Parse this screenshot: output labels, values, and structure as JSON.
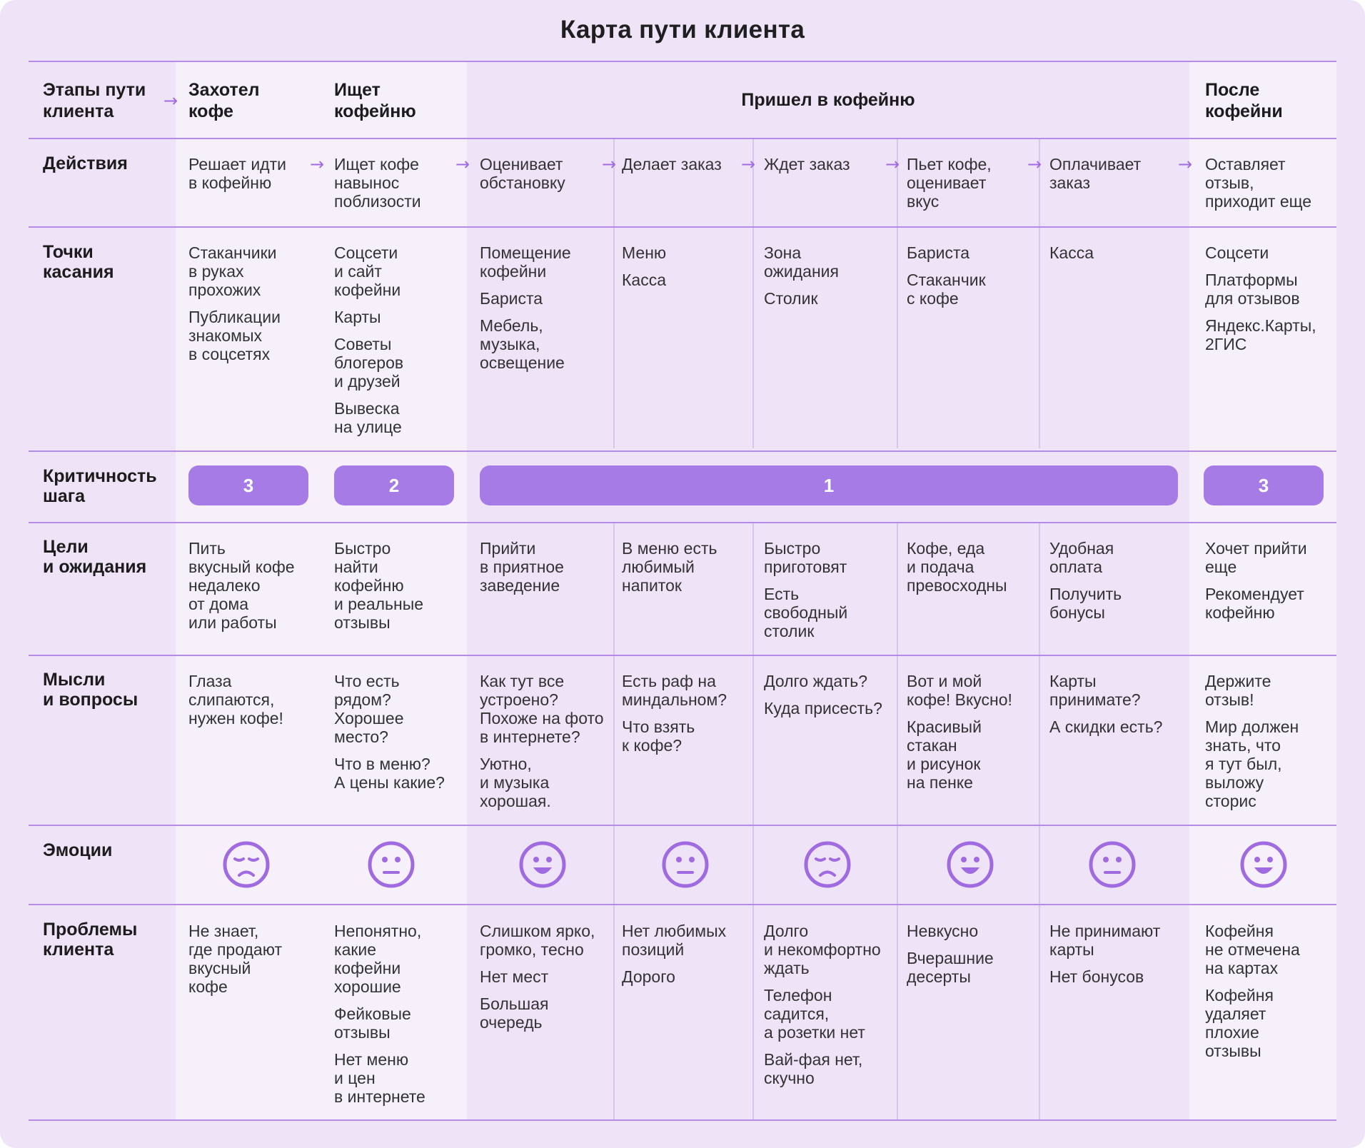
{
  "title": "Карта пути клиента",
  "header": {
    "row_label": "Этапы пути\nклиента",
    "stages": [
      "Захотел\nкофе",
      "Ищет\nкофейню",
      "Пришел в кофейню",
      "После\nкофейни"
    ]
  },
  "rows": {
    "actions": {
      "label": "Действия",
      "cells": [
        "Решает идти\nв кофейню",
        "Ищет кофе\nнавынос\nпоблизости",
        "Оценивает\nобстановку",
        "Делает заказ",
        "Ждет заказ",
        "Пьет кофе,\nоценивает\nвкус",
        "Оплачивает\nзаказ",
        "Оставляет\nотзыв,\nприходит еще"
      ]
    },
    "touchpoints": {
      "label": "Точки\nкасания",
      "cells": [
        [
          "Стаканчики\nв руках\nпрохожих",
          "Публикации\nзнакомых\nв соцсетях"
        ],
        [
          "Соцсети\nи сайт\nкофейни",
          "Карты",
          "Советы\nблогеров\nи друзей",
          "Вывеска\nна улице"
        ],
        [
          "Помещение\nкофейни",
          "Бариста",
          "Мебель,\nмузыка,\nосвещение"
        ],
        [
          "Меню",
          "Касса"
        ],
        [
          "Зона\nожидания",
          "Столик"
        ],
        [
          "Бариста",
          "Стаканчик\nс кофе"
        ],
        [
          "Касса"
        ],
        [
          "Соцсети",
          "Платформы\nдля отзывов",
          "Яндекс.Карты,\n2ГИС"
        ]
      ]
    },
    "criticality": {
      "label": "Критичность\nшага",
      "values": [
        "3",
        "2",
        "1",
        "3"
      ]
    },
    "goals": {
      "label": "Цели\nи ожидания",
      "cells": [
        [
          "Пить\nвкусный кофе\nнедалеко\nот дома\nили работы"
        ],
        [
          "Быстро\nнайти\nкофейню\nи реальные\nотзывы"
        ],
        [
          "Прийти\nв приятное\nзаведение"
        ],
        [
          "В меню есть\nлюбимый\nнапиток"
        ],
        [
          "Быстро\nприготовят",
          "Есть\nсвободный\nстолик"
        ],
        [
          "Кофе, еда\nи подача\nпревосходны"
        ],
        [
          "Удобная\nоплата",
          "Получить\nбонусы"
        ],
        [
          "Хочет прийти\nеще",
          "Рекомендует\nкофейню"
        ]
      ]
    },
    "thoughts": {
      "label": "Мысли\nи вопросы",
      "cells": [
        [
          "Глаза\nслипаются,\nнужен кофе!"
        ],
        [
          "Что есть\nрядом?\nХорошее\nместо?",
          "Что в меню?\nА цены какие?"
        ],
        [
          "Как тут все\nустроено?\nПохоже на фото\nв интернете?",
          "Уютно,\nи музыка\nхорошая."
        ],
        [
          "Есть раф на\nминдальном?",
          "Что взять\nк кофе?"
        ],
        [
          "Долго ждать?",
          "Куда присесть?"
        ],
        [
          "Вот и мой\nкофе! Вкусно!",
          "Красивый\nстакан\nи рисунок\nна пенке"
        ],
        [
          "Карты\nпринимате?",
          "А скидки есть?"
        ],
        [
          "Держите\nотзыв!",
          "Мир должен\nзнать, что\nя тут был,\nвыложу\nсторис"
        ]
      ]
    },
    "emotions": {
      "label": "Эмоции",
      "faces": [
        "annoyed-face-icon",
        "neutral-face-icon",
        "happy-face-icon",
        "neutral-face-icon",
        "annoyed-face-icon",
        "happy-face-icon",
        "neutral-face-icon",
        "happy-face-icon"
      ]
    },
    "problems": {
      "label": "Проблемы\nклиента",
      "cells": [
        [
          "Не знает,\nгде продают\nвкусный\nкофе"
        ],
        [
          "Непонятно,\nкакие\nкофейни\nхорошие",
          "Фейковые\nотзывы",
          "Нет меню\nи цен\nв интернете"
        ],
        [
          "Слишком ярко,\nгромко, тесно",
          "Нет мест",
          "Большая\nочередь"
        ],
        [
          "Нет любимых\nпозиций",
          "Дорого"
        ],
        [
          "Долго\nи некомфортно\nждать",
          "Телефон\nсадится,\nа розетки нет",
          "Вай-фая нет,\nскучно"
        ],
        [
          "Невкусно",
          "Вчерашние\nдесерты"
        ],
        [
          "Не принимают\nкарты",
          "Нет бонусов"
        ],
        [
          "Кофейня\nне отмечена\nна картах",
          "Кофейня\nудаляет\nплохие\nотзывы"
        ]
      ]
    }
  },
  "colors": {
    "background": "#efe3f7",
    "band": "#f6f0fb",
    "accent": "#a77be6",
    "divider": "#b58be6",
    "face": "#a06be0"
  }
}
